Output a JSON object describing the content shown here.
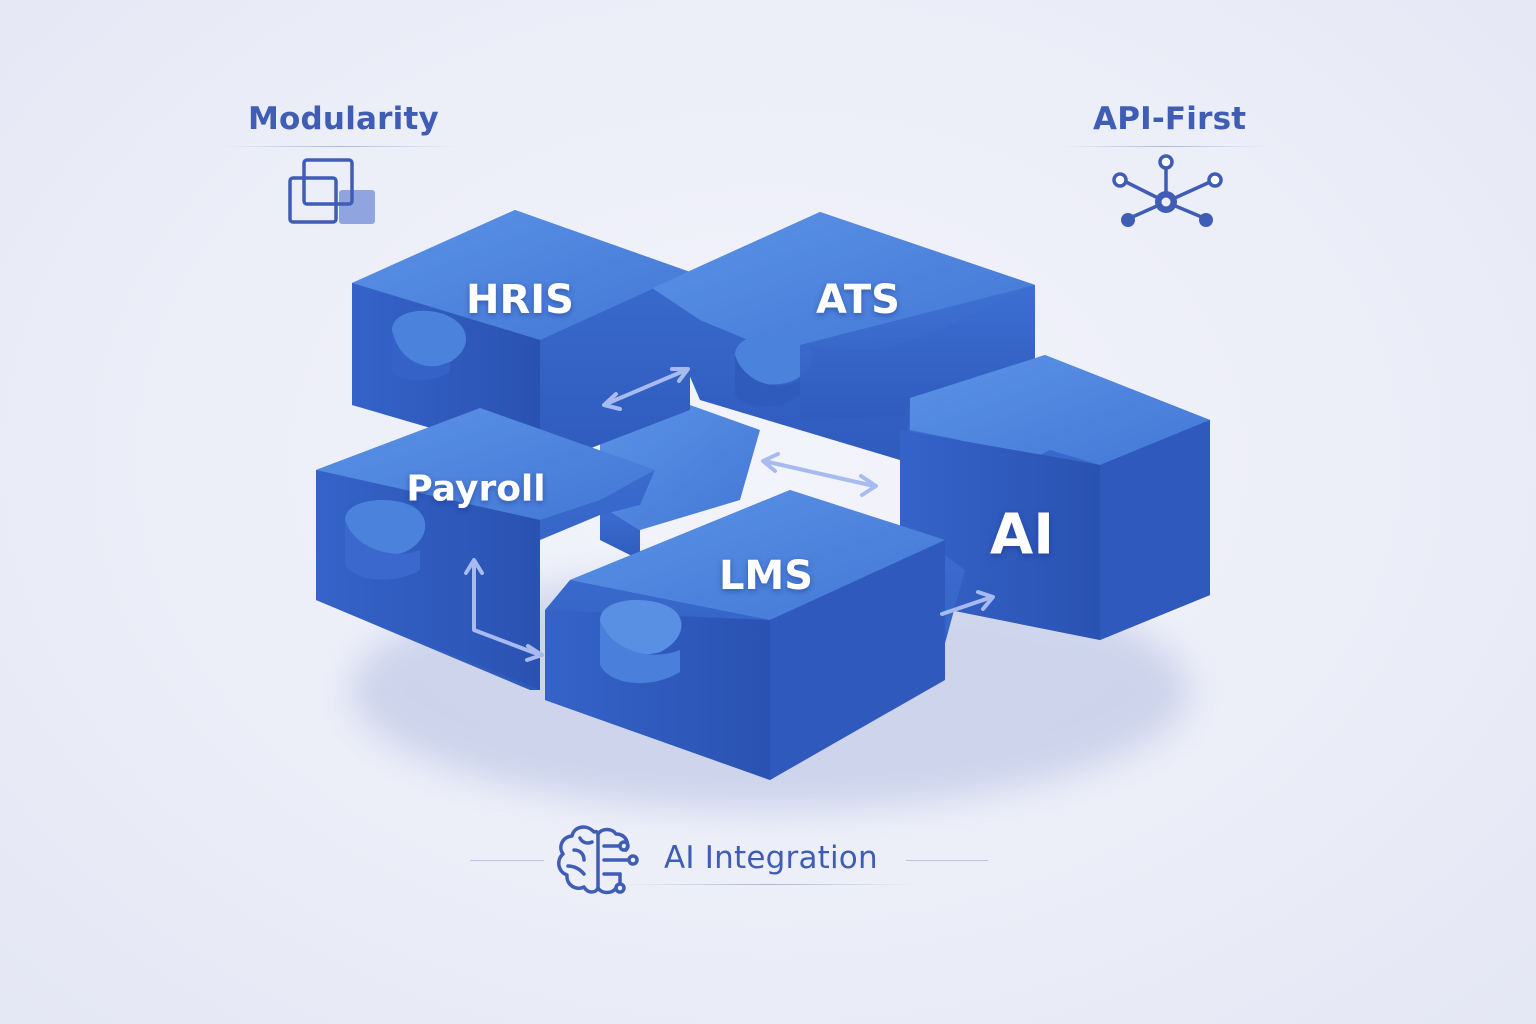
{
  "features": {
    "modularity": "Modularity",
    "api_first": "API-First",
    "ai_integration": "AI Integration"
  },
  "modules": {
    "hris": "HRIS",
    "ats": "ATS",
    "payroll": "Payroll",
    "lms": "LMS",
    "ai": "AI"
  },
  "icons": [
    "overlapping-squares-icon",
    "network-hub-icon",
    "brain-circuit-icon",
    "double-arrow-icon",
    "elbow-arrow-icon",
    "arrow-right-icon"
  ],
  "colors": {
    "background": "#eceef8",
    "accent_text": "#3f5db4",
    "piece_top": "#4f86e0",
    "piece_side": "#3a68cc",
    "piece_front": "#2f59bd",
    "arrow": "#9fb4ea"
  }
}
